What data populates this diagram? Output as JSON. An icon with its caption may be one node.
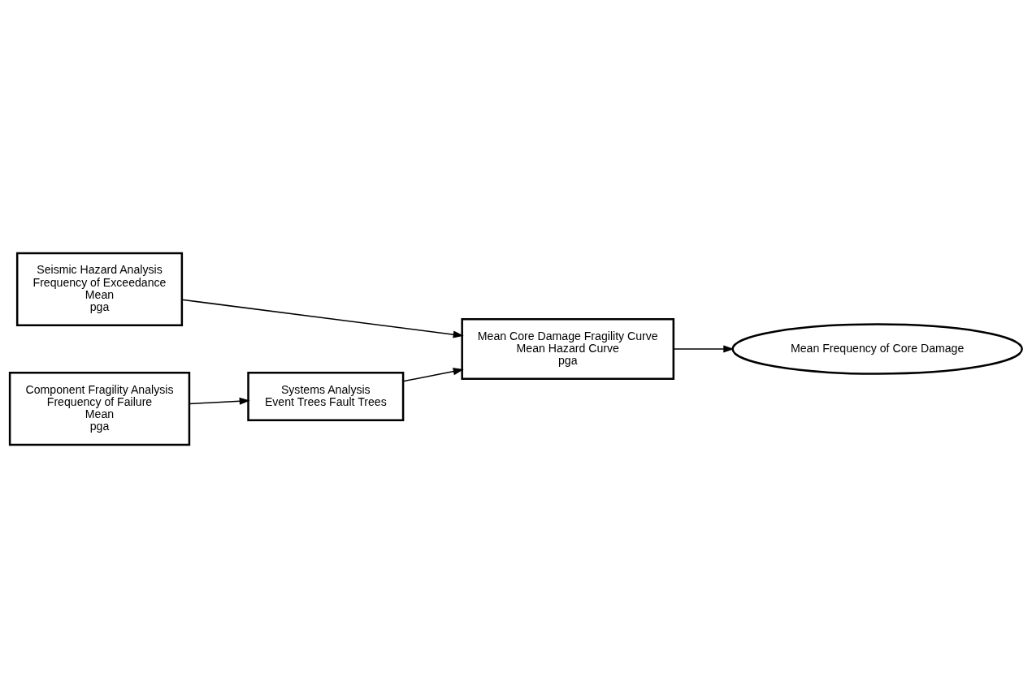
{
  "diagram": {
    "nodes": [
      {
        "text": [
          "Seismic Hazard Analysis",
          "Frequency of Exceedance",
          "Mean",
          "pga"
        ]
      },
      {
        "text": [
          "Mean Core Damage Fragility Curve",
          "Mean Hazard Curve",
          "pga"
        ]
      },
      {
        "text": [
          "Mean Frequency of Core Damage"
        ]
      },
      {
        "text": [
          "Component Fragility Analysis",
          "Frequency of Failure",
          "Mean",
          "pga"
        ]
      },
      {
        "text": [
          "Systems Analysis",
          "Event Trees Fault Trees"
        ]
      }
    ],
    "edges": [
      {
        "from": 0,
        "to": 1,
        "arrow": "to"
      },
      {
        "from": 1,
        "to": 2,
        "arrow": "to"
      },
      {
        "from": 3,
        "to": 4,
        "arrow": "to"
      },
      {
        "from": 4,
        "to": 1,
        "arrow": "to"
      }
    ]
  }
}
